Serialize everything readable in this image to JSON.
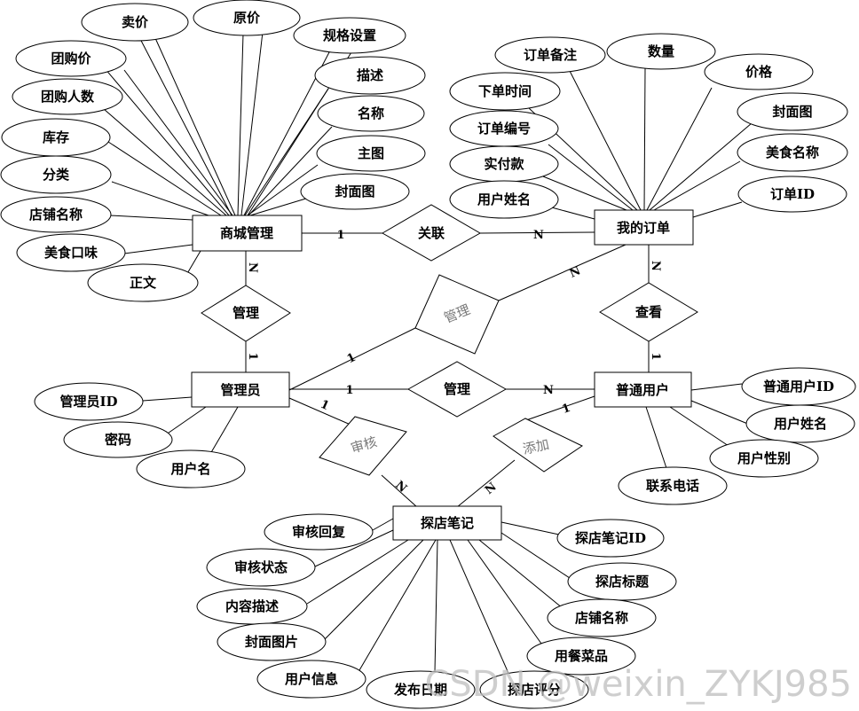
{
  "diagram": {
    "entities": [
      {
        "id": "shop",
        "label": "商城管理"
      },
      {
        "id": "order",
        "label": "我的订单"
      },
      {
        "id": "admin",
        "label": "管理员"
      },
      {
        "id": "user",
        "label": "普通用户"
      },
      {
        "id": "note",
        "label": "探店笔记"
      }
    ],
    "relationships": [
      {
        "id": "rel_link",
        "label": "关联",
        "style": "normal"
      },
      {
        "id": "rel_manage_shop",
        "label": "管理",
        "style": "normal"
      },
      {
        "id": "rel_manage_order",
        "label": "管理",
        "style": "gray"
      },
      {
        "id": "rel_view",
        "label": "查看",
        "style": "normal"
      },
      {
        "id": "rel_manage_user",
        "label": "管理",
        "style": "normal"
      },
      {
        "id": "rel_audit",
        "label": "审核",
        "style": "gray"
      },
      {
        "id": "rel_add",
        "label": "添加",
        "style": "gray"
      }
    ],
    "attributes": {
      "shop": [
        "卖价",
        "原价",
        "规格设置",
        "团购价",
        "描述",
        "团购人数",
        "名称",
        "库存",
        "主图",
        "分类",
        "封面图",
        "店铺名称",
        "美食口味",
        "正文"
      ],
      "order": [
        "订单备注",
        "数量",
        "价格",
        "下单时间",
        "封面图",
        "订单编号",
        "美食名称",
        "实付款",
        "订单ID",
        "用户姓名"
      ],
      "admin": [
        "管理员ID",
        "密码",
        "用户名"
      ],
      "user": [
        "普通用户ID",
        "用户姓名",
        "用户性别",
        "联系电话"
      ],
      "note": [
        "审核回复",
        "探店笔记ID",
        "审核状态",
        "探店标题",
        "内容描述",
        "店铺名称",
        "封面图片",
        "用餐菜品",
        "用户信息",
        "发布日期",
        "探店评分"
      ]
    },
    "cardinalities": {
      "link_shop": "1",
      "link_order": "N",
      "manage_shop_shop": "N",
      "manage_shop_admin": "1",
      "manage_order_admin": "1",
      "manage_order_order": "N",
      "view_order": "N",
      "view_user": "1",
      "manage_user_admin": "1",
      "manage_user_user": "N",
      "audit_admin": "1",
      "audit_note": "N",
      "add_user": "1",
      "add_note": "N"
    }
  },
  "watermark": "CSDN @weixin_ZYKJ985"
}
